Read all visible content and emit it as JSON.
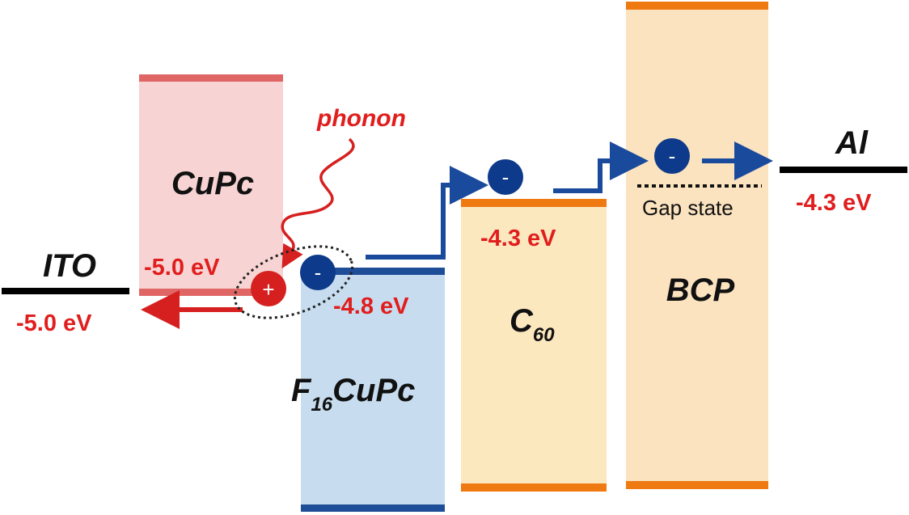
{
  "colors": {
    "cupc_fill": "#f7d3d3",
    "cupc_edge": "#e06666",
    "f16_fill": "#c7ddef",
    "f16_edge": "#1f4e99",
    "c60_fill": "#fce8bf",
    "bcp_fill": "#fbe3bf",
    "orange_edge": "#f07a12",
    "electron": "#0d3a8a",
    "hole": "#d62020",
    "arrow_blue": "#1a4a9c",
    "arrow_red": "#d62020",
    "energy_text": "#e11d1d",
    "electrode": "#000000"
  },
  "electrodes": {
    "ito": {
      "name": "ITO",
      "energy": "-5.0 eV"
    },
    "al": {
      "name": "Al",
      "energy": "-4.3 eV"
    }
  },
  "layers": {
    "cupc": {
      "name": "CuPc",
      "energy": "-5.0 eV"
    },
    "f16cupc": {
      "name_main": "F",
      "name_sub": "16",
      "name_rest": "CuPc",
      "energy": "-4.8 eV"
    },
    "c60": {
      "name_main": "C",
      "name_sub": "60",
      "energy": "-4.3 eV"
    },
    "bcp": {
      "name": "BCP",
      "gap_label": "Gap state"
    }
  },
  "carriers": {
    "hole_symbol": "+",
    "electron_symbol": "-",
    "phonon_label": "phonon"
  }
}
